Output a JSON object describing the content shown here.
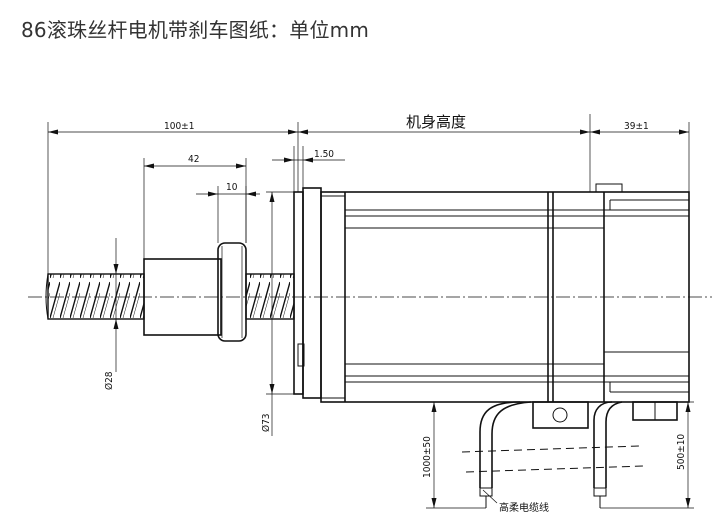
{
  "title": "86滚珠丝杆电机带刹车图纸：单位mm",
  "dimensions": {
    "overall_length": "100±1",
    "nut_length": "42",
    "flange_width": "10",
    "gap": "1.50",
    "motor_length": "机身高度",
    "brake_length": "39±1",
    "screw_diameter": "Ø28",
    "flange_diameter": "Ø73",
    "cable_length_1": "1000±50",
    "cable_length_2": "500±10"
  },
  "annotations": {
    "cable_label": "高柔电缆线"
  }
}
